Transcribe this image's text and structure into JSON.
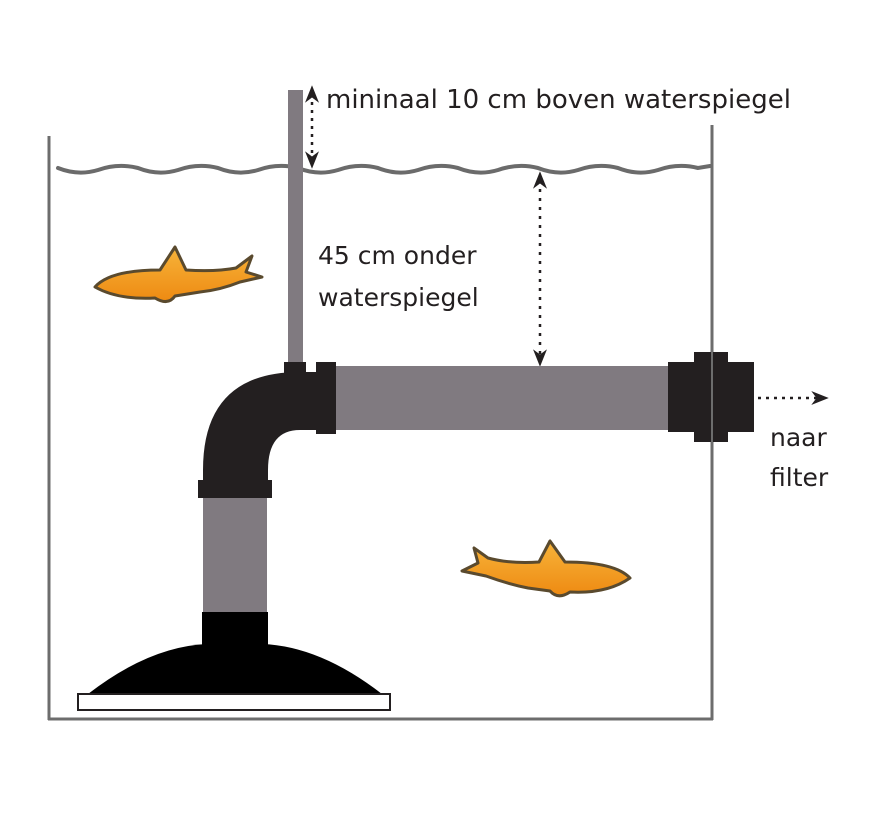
{
  "diagram": {
    "labels": {
      "vent_height": "mininaal 10 cm boven waterspiegel",
      "depth_line1": "45 cm onder",
      "depth_line2": "waterspiegel",
      "outlet_line1": "naar",
      "outlet_line2": "filter"
    },
    "colors": {
      "pipe_gray": "#807a80",
      "fitting_black": "#231f20",
      "tank_outline": "#6d6d6d",
      "fish_orange": "#f39a1e",
      "fish_outline": "#5a4a2e",
      "water_wave": "#6b6b6b",
      "background": "#ffffff"
    },
    "components": [
      "tank",
      "water-surface",
      "vent-pipe",
      "elbow-fitting",
      "horizontal-pipe",
      "wall-bulkhead",
      "vertical-pipe",
      "bottom-drain-dome",
      "fish"
    ]
  }
}
